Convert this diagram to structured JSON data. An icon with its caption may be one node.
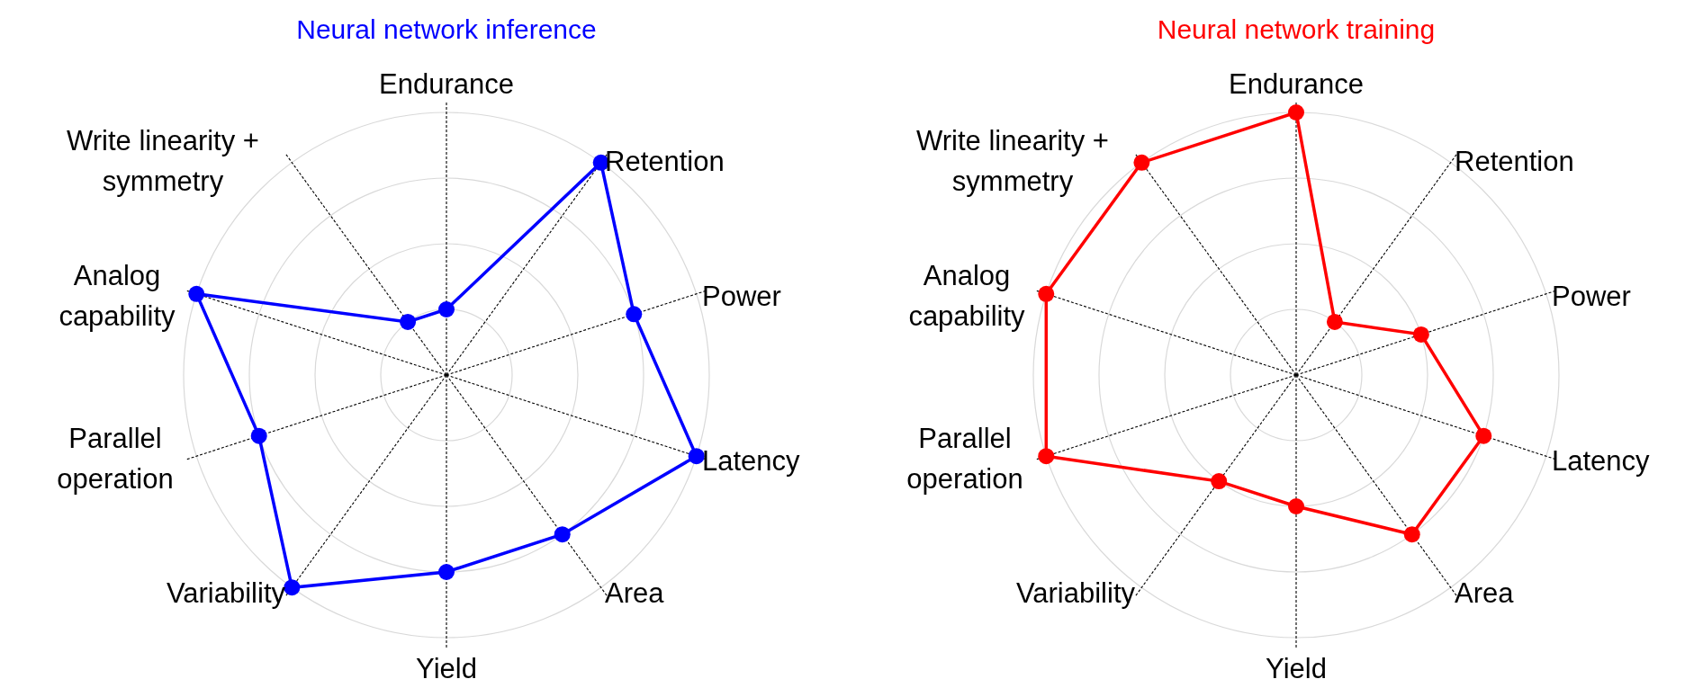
{
  "diagram": {
    "labels": [
      "Neural network inference",
      "Neural network training",
      "Endurance",
      "Retention",
      "Power",
      "Latency",
      "Area",
      "Yield",
      "Variability",
      "Parallel operation",
      "Analog capability",
      "Write linearity + symmetry",
      "Endurance",
      "Retention",
      "Power",
      "Latency",
      "Area",
      "Yield",
      "Variability",
      "Parallel operation",
      "Analog capability",
      "Write linearity + symmetry"
    ]
  }
}
